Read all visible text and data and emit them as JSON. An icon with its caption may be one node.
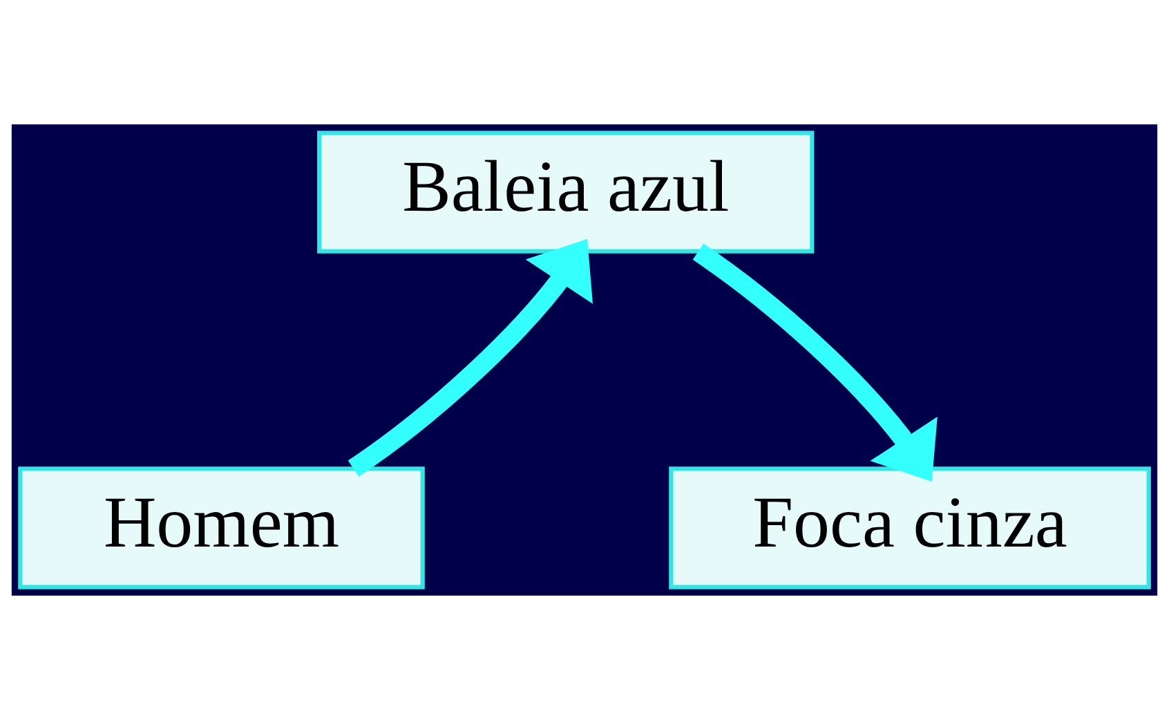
{
  "diagram": {
    "nodes": [
      {
        "text": [
          "Baleia azul"
        ]
      },
      {
        "text": [
          "Homem"
        ]
      },
      {
        "text": [
          "Foca cinza"
        ]
      }
    ],
    "edges": [
      {
        "from": 1,
        "to": 0,
        "arrow": "to"
      },
      {
        "from": 0,
        "to": 2,
        "arrow": "to"
      }
    ]
  }
}
